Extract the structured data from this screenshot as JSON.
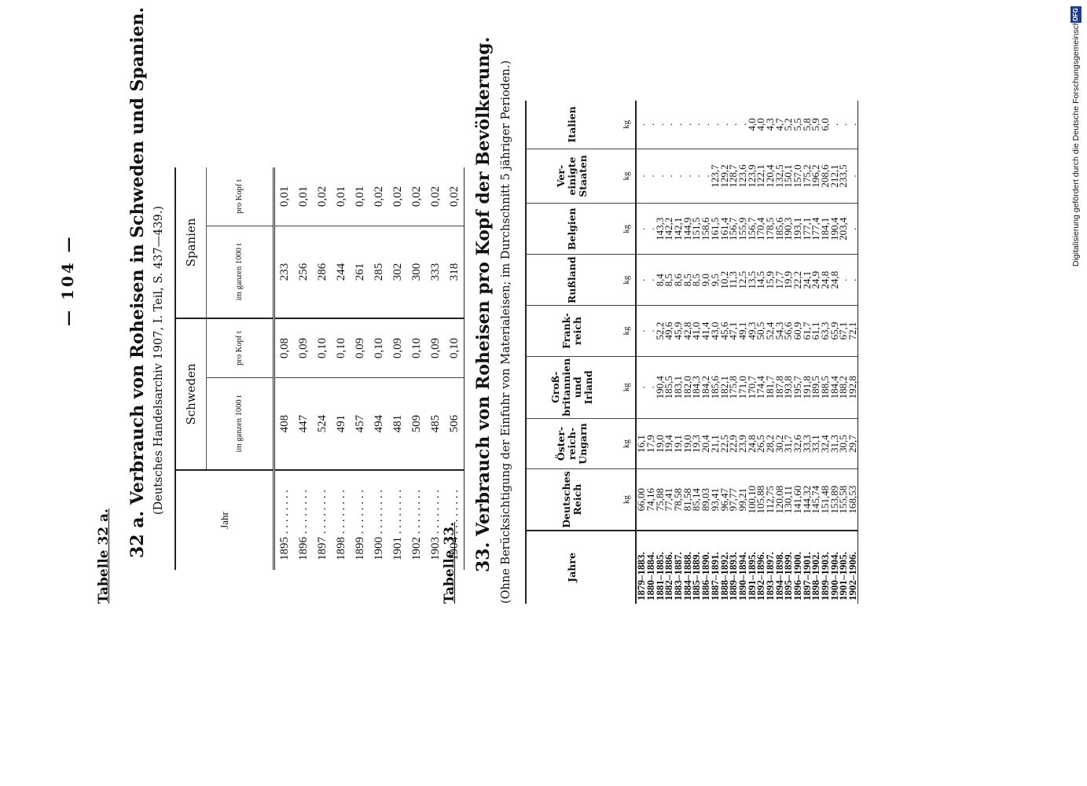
{
  "page_number": "— 104 —",
  "table32a": {
    "label": "Tabelle 32 a.",
    "title": "32 a. Verbrauch von Roheisen in Schweden und Spanien.",
    "subtitle": "(Deutsches Handelsarchiv 1907, I. Teil, S. 437—439.)",
    "col_year": "Jahr",
    "groups": [
      "Schweden",
      "Spanien"
    ],
    "sub_total": "im ganzen 1000 t",
    "sub_percap": "pro Kopf t",
    "rows": [
      {
        "year": "1895 . . . . . . . .",
        "se_total": "408",
        "se_pc": "0,08",
        "es_total": "233",
        "es_pc": "0,01"
      },
      {
        "year": "1896 . . . . . . . .",
        "se_total": "447",
        "se_pc": "0,09",
        "es_total": "256",
        "es_pc": "0,01"
      },
      {
        "year": "1897 . . . . . . . .",
        "se_total": "524",
        "se_pc": "0,10",
        "es_total": "286",
        "es_pc": "0,02"
      },
      {
        "year": "1898 . . . . . . . .",
        "se_total": "491",
        "se_pc": "0,10",
        "es_total": "244",
        "es_pc": "0,01"
      },
      {
        "year": "1899 . . . . . . . .",
        "se_total": "457",
        "se_pc": "0,09",
        "es_total": "261",
        "es_pc": "0,01"
      },
      {
        "year": "1900 . . . . . . . .",
        "se_total": "494",
        "se_pc": "0,10",
        "es_total": "285",
        "es_pc": "0,02"
      },
      {
        "year": "1901 . . . . . . . .",
        "se_total": "481",
        "se_pc": "0,09",
        "es_total": "302",
        "es_pc": "0,02"
      },
      {
        "year": "1902 . . . . . . . .",
        "se_total": "509",
        "se_pc": "0,10",
        "es_total": "300",
        "es_pc": "0,02"
      },
      {
        "year": "1903 . . . . . . . .",
        "se_total": "485",
        "se_pc": "0,09",
        "es_total": "333",
        "es_pc": "0,02"
      },
      {
        "year": "1904 . . . . . . . .",
        "se_total": "506",
        "se_pc": "0,10",
        "es_total": "318",
        "es_pc": "0,02"
      }
    ]
  },
  "table33": {
    "label": "Tabelle 33.",
    "title": "33. Verbrauch von Roheisen pro Kopf der Bevölkerung.",
    "subtitle": "(Ohne Berücksichtigung der Einfuhr von Materialeisen; im Durchschnitt 5 jähriger Perioden.)",
    "headers": [
      "Jahre",
      "Deutsches Reich",
      "Öster-reich-Ungarn",
      "Groß-britannien und Irland",
      "Frank-reich",
      "Rußland",
      "Belgien",
      "Ver-einigte Staaten",
      "Italien"
    ],
    "unit": "kg",
    "rows": [
      [
        "1879–1883.",
        "66,00",
        "16,1",
        ".",
        ".",
        ".",
        ".",
        ".",
        "."
      ],
      [
        "1880–1884.",
        "74,16",
        "17,9",
        ".",
        ".",
        ".",
        ".",
        ".",
        "."
      ],
      [
        "1881–1885.",
        "75,88",
        "19,0",
        "190,4",
        "52,2",
        "8,4",
        "143,3",
        ".",
        "."
      ],
      [
        "1882–1886.",
        "77,41",
        "19,4",
        "185,5",
        "49,6",
        "8,5",
        "142,2",
        ".",
        "."
      ],
      [
        "1883–1887.",
        "78,58",
        "19,1",
        "183,1",
        "45,9",
        "8,6",
        "142,1",
        ".",
        "."
      ],
      [
        "1884–1888.",
        "81,58",
        "19,0",
        "182,0",
        "42,8",
        "8,5",
        "144,9",
        ".",
        "."
      ],
      [
        "1885–1889.",
        "85,14",
        "19,3",
        "184,3",
        "41,0",
        "8,5",
        "151,5",
        ".",
        "."
      ],
      [
        "1886–1890.",
        "89,03",
        "20,4",
        "184,2",
        "41,4",
        "9,0",
        "158,6",
        ".",
        "."
      ],
      [
        "1887–1891.",
        "93,41",
        "21,1",
        "185,6",
        "43,0",
        "9,5",
        "161,5",
        "123,7",
        "."
      ],
      [
        "1888–1892.",
        "96,47",
        "22,5",
        "182,1",
        "45,6",
        "10,2",
        "161,4",
        "129,2",
        "."
      ],
      [
        "1889–1893.",
        "97,77",
        "22,9",
        "175,8",
        "47,1",
        "11,3",
        "156,7",
        "128,7",
        "."
      ],
      [
        "1890–1894.",
        "99,21",
        "23,9",
        "171,0",
        "49,1",
        "12,5",
        "155,9",
        "123,6",
        "."
      ],
      [
        "1891–1895.",
        "100,10",
        "24,8",
        "170,7",
        "49,3",
        "13,5",
        "156,7",
        "123,9",
        "4,0"
      ],
      [
        "1892–1896.",
        "105,88",
        "26,5",
        "174,4",
        "50,5",
        "14,5",
        "170,4",
        "122,1",
        "4,0"
      ],
      [
        "1893–1897.",
        "112,75",
        "28,2",
        "181,7",
        "52,4",
        "15,9",
        "178,5",
        "120,4",
        "4,3"
      ],
      [
        "1894–1898.",
        "120,08",
        "30,2",
        "187,8",
        "54,3",
        "17,7",
        "185,6",
        "132,5",
        "4,7"
      ],
      [
        "1895–1899.",
        "130,11",
        "31,7",
        "193,8",
        "56,6",
        "19,9",
        "190,3",
        "150,1",
        "5,2"
      ],
      [
        "1896–1900.",
        "141,60",
        "32,6",
        "195,7",
        "60,9",
        "22,2",
        "193,1",
        "157,0",
        "5,5"
      ],
      [
        "1897–1901.",
        "144,32",
        "33,3",
        "191,8",
        "61,7",
        "24,1",
        "177,1",
        "175,2",
        "5,8"
      ],
      [
        "1898–1902.",
        "145,74",
        "33,1",
        "189,5",
        "61,1",
        "24,9",
        "177,4",
        "196,2",
        "5,9"
      ],
      [
        "1899–1903.",
        "151,48",
        "32,4",
        "188,5",
        "63,3",
        "24,8",
        "184,1",
        "208,6",
        "6,0"
      ],
      [
        "1900–1904.",
        "153,89",
        "31,3",
        "184,4",
        "65,9",
        "24,8",
        "190,4",
        "212,1",
        "."
      ],
      [
        "1901–1905.",
        "155,58",
        "30,5",
        "188,2",
        "67,1",
        ".",
        "203,4",
        "233,5",
        "."
      ],
      [
        "1902–1906.",
        "168,53",
        "29,7",
        "192,8",
        "72,1",
        ".",
        ".",
        ".",
        "."
      ]
    ]
  },
  "footer": {
    "credit": "Digitalisierung gefördert durch die Deutsche Forschungsgemeinschaft •",
    "logo": "DFG"
  }
}
